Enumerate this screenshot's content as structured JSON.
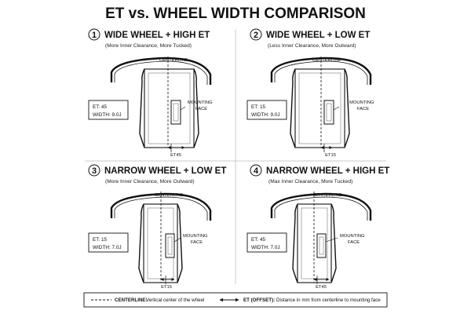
{
  "title": "ET vs. WHEEL WIDTH COMPARISON",
  "labels": {
    "centerline": "CENTERLINE",
    "mounting_1": "MOUNTING",
    "mounting_2": "FACE"
  },
  "panels": [
    {
      "number": "1",
      "heading": "WIDE WHEEL + HIGH ET",
      "subheading": "(More Inner Clearance, More Tucked)",
      "et": "ET: 45",
      "width": "WIDTH: 9.0J",
      "offset_label": "ET45"
    },
    {
      "number": "2",
      "heading": "WIDE WHEEL + LOW ET",
      "subheading": "(Less Inner Clearance, More Outward)",
      "et": "ET: 15",
      "width": "WIDTH: 9.0J",
      "offset_label": "ET15"
    },
    {
      "number": "3",
      "heading": "NARROW WHEEL + LOW ET",
      "subheading": "(More Inner Clearance, More Outward)",
      "et": "ET: 15",
      "width": "WIDTH: 7.0J",
      "offset_label": "ET15"
    },
    {
      "number": "4",
      "heading": "NARROW WHEEL + HIGH ET",
      "subheading": "(Max Inner Clearance, More Tucked)",
      "et": "ET: 45",
      "width": "WIDTH: 7.0J",
      "offset_label": "ET45"
    }
  ],
  "legend": {
    "centerline_label": "CENTERLINE:",
    "centerline_desc": "Vertical center of the wheel",
    "et_label": "ET (OFFSET):",
    "et_desc": "Distance in mm from centerline to mounting face"
  }
}
